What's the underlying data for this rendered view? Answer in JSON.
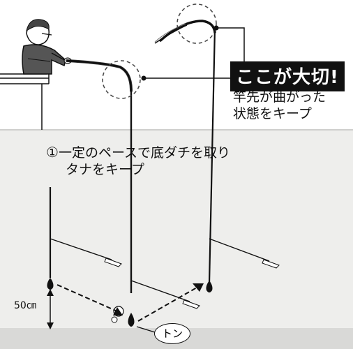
{
  "callout": {
    "title": "ここが大切!",
    "caption_lines": [
      "竿先が曲がった",
      "状態をキープ"
    ]
  },
  "step": {
    "number": "①",
    "lines": [
      "一定のペースで底ダチを取り",
      "タナをキープ"
    ]
  },
  "measure_label": "50㎝",
  "sound_label": "トン",
  "colors": {
    "water": "#eeeeec",
    "seabed": "#d9d9d7",
    "line": "#111111",
    "badge_bg": "#111111",
    "badge_text": "#ffffff"
  }
}
